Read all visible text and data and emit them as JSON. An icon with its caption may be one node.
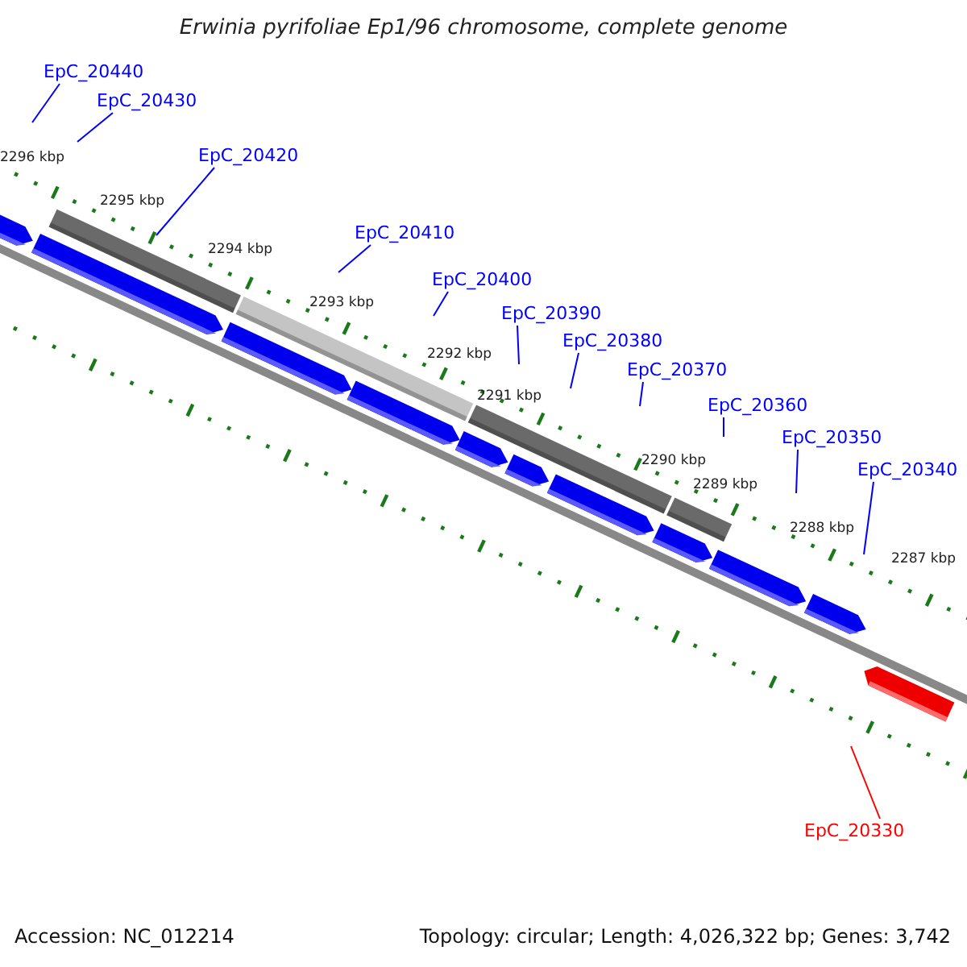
{
  "diagram": {
    "title": "Erwinia pyrifoliae Ep1/96 chromosome, complete genome",
    "nodes": [
      {
        "text": [
          "EpC_20440"
        ]
      },
      {
        "text": [
          "EpC_20430"
        ]
      },
      {
        "text": [
          "EpC_20420"
        ]
      },
      {
        "text": [
          "EpC_20410"
        ]
      },
      {
        "text": [
          "EpC_20400"
        ]
      },
      {
        "text": [
          "EpC_20390"
        ]
      },
      {
        "text": [
          "EpC_20380"
        ]
      },
      {
        "text": [
          "EpC_20370"
        ]
      },
      {
        "text": [
          "EpC_20360"
        ]
      },
      {
        "text": [
          "EpC_20350"
        ]
      },
      {
        "text": [
          "EpC_20340"
        ]
      },
      {
        "text": [
          "EpC_20330"
        ]
      }
    ],
    "edges": [
      {
        "from": 0,
        "to": null,
        "arrow": "none"
      },
      {
        "from": 1,
        "to": null,
        "arrow": "none"
      },
      {
        "from": 2,
        "to": null,
        "arrow": "none"
      },
      {
        "from": 3,
        "to": null,
        "arrow": "none"
      },
      {
        "from": 4,
        "to": null,
        "arrow": "none"
      },
      {
        "from": 5,
        "to": null,
        "arrow": "none"
      },
      {
        "from": 6,
        "to": null,
        "arrow": "none"
      },
      {
        "from": 7,
        "to": null,
        "arrow": "none"
      },
      {
        "from": 8,
        "to": null,
        "arrow": "none"
      },
      {
        "from": 9,
        "to": null,
        "arrow": "none"
      },
      {
        "from": 10,
        "to": null,
        "arrow": "none"
      },
      {
        "from": 11,
        "to": null,
        "arrow": "none",
        "color": "#ff0000"
      }
    ],
    "labels": [
      "2296 kbp",
      "2295 kbp",
      "2294 kbp",
      "2293 kbp",
      "2292 kbp",
      "2291 kbp",
      "2290 kbp",
      "2289 kbp",
      "2288 kbp",
      "2287 kbp",
      "Accession: NC_012214",
      "Topology: circular; Length: 4,026,322 bp; Genes: 3,742"
    ]
  }
}
